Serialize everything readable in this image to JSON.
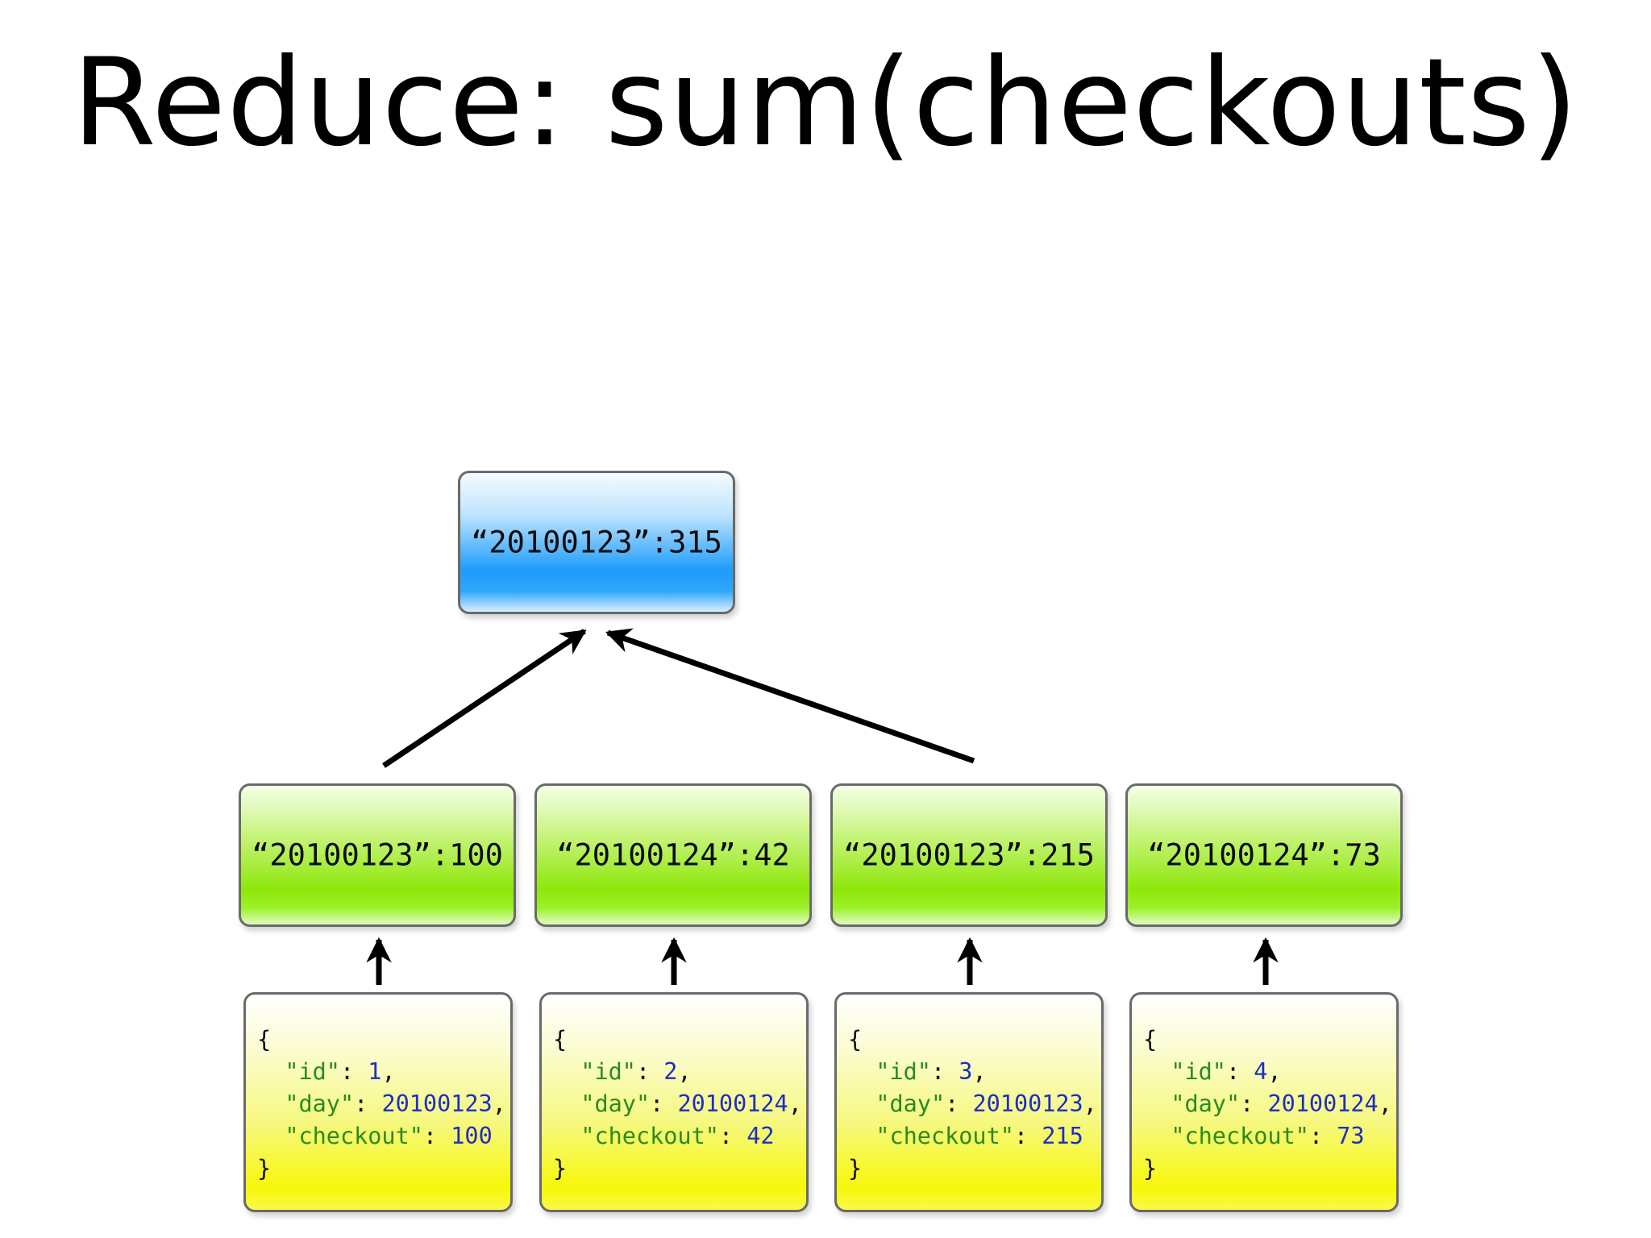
{
  "title": "Reduce: sum(checkouts)",
  "result": {
    "label": "“20100123”:315"
  },
  "mapped": [
    {
      "label": "“20100123”:100"
    },
    {
      "label": "“20100124”:42"
    },
    {
      "label": "“20100123”:215"
    },
    {
      "label": "“20100124”:73"
    }
  ],
  "documents": [
    {
      "open": "{",
      "close": "}",
      "id_key": "\"id\"",
      "id": "1",
      "day_key": "\"day\"",
      "day": "20100123",
      "checkout_key": "\"checkout\"",
      "checkout": "100"
    },
    {
      "open": "{",
      "close": "}",
      "id_key": "\"id\"",
      "id": "2",
      "day_key": "\"day\"",
      "day": "20100124",
      "checkout_key": "\"checkout\"",
      "checkout": "42"
    },
    {
      "open": "{",
      "close": "}",
      "id_key": "\"id\"",
      "id": "3",
      "day_key": "\"day\"",
      "day": "20100123",
      "checkout_key": "\"checkout\"",
      "checkout": "215"
    },
    {
      "open": "{",
      "close": "}",
      "id_key": "\"id\"",
      "id": "4",
      "day_key": "\"day\"",
      "day": "20100124",
      "checkout_key": "\"checkout\"",
      "checkout": "73"
    }
  ],
  "colors": {
    "result_box": "#1e9cfb",
    "mapped_box": "#8ee70a",
    "document_box": "#f7f70a",
    "json_key": "#2b8a1f",
    "json_number": "#1d2fbf",
    "arrow": "#000000"
  }
}
